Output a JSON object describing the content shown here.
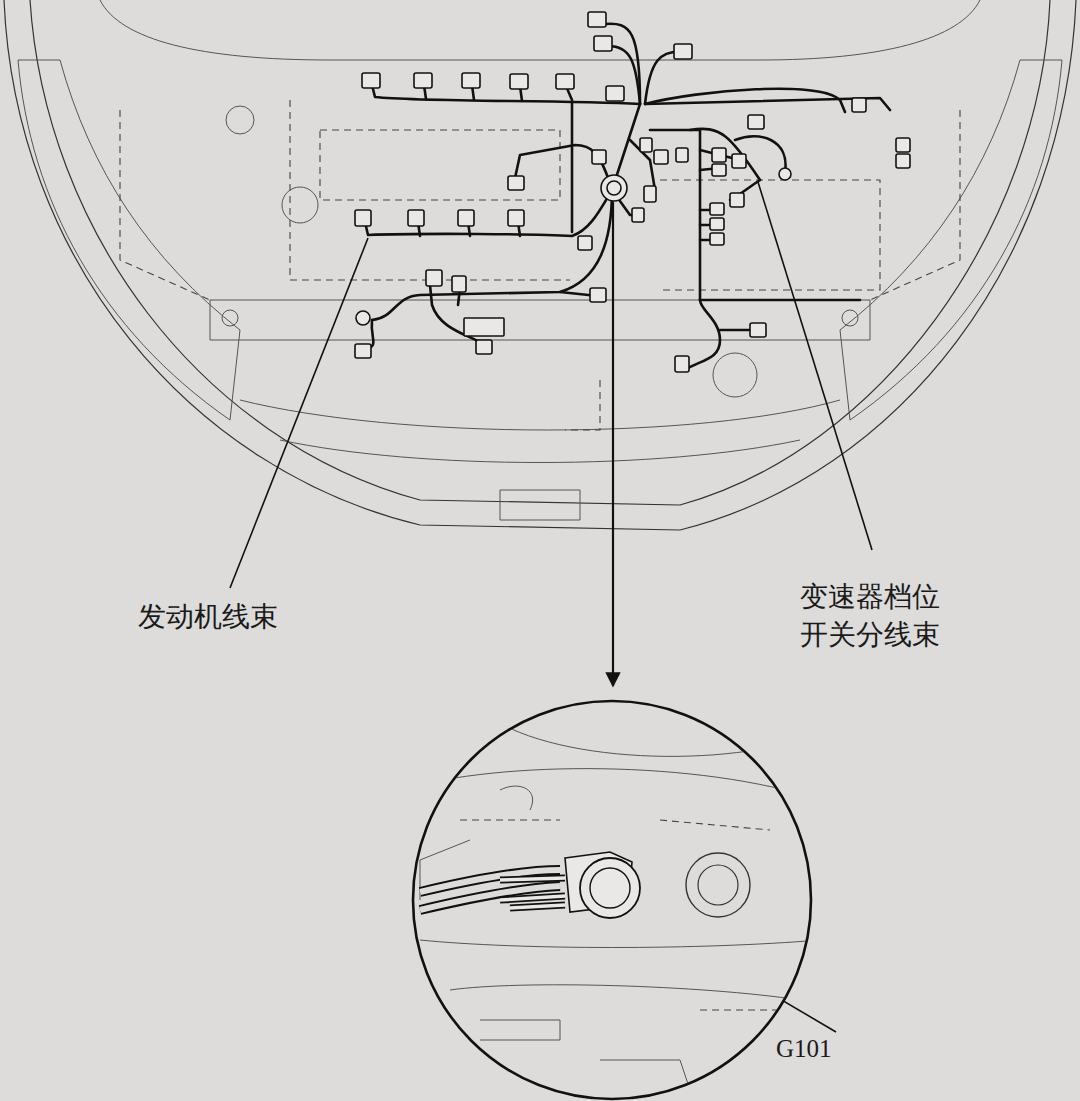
{
  "diagram": {
    "labels": [
      "发动机线束",
      "变速器档位 开关分线束",
      "G101"
    ]
  }
}
